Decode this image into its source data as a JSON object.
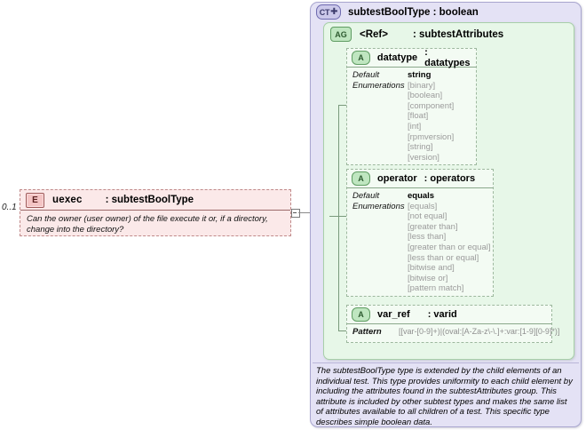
{
  "left_element": {
    "occurrence": "0..1",
    "icon": "element-icon",
    "icon_label": "E",
    "name": "uexec",
    "type": ": subtestBoolType",
    "documentation": "Can the owner (user owner) of the file execute it or, if a directory, change into the directory?"
  },
  "complex_type": {
    "icon": "complextype-expand-icon",
    "icon_label": "CT",
    "title": "subtestBoolType  : boolean",
    "documentation": "The subtestBoolType type is extended by the child elements of an individual test.  This type provides uniformity to each child element by including the attributes found in the subtestAttributes group.  This attribute is included by other subtest types and makes the same list of attributes available to all children of a test.  This specific type describes simple boolean data."
  },
  "attribute_group": {
    "icon": "attributegroup-icon",
    "icon_label": "AG",
    "ref": "<Ref>",
    "type": ": subtestAttributes"
  },
  "attributes": [
    {
      "icon": "attribute-icon",
      "icon_label": "A",
      "name": "datatype",
      "type": ": datatypes",
      "facet_labels": [
        "Default",
        "Enumerations"
      ],
      "default": "string",
      "enumerations": [
        "[binary]",
        "[boolean]",
        "[component]",
        "[float]",
        "[int]",
        "[rpmversion]",
        "[string]",
        "[version]"
      ]
    },
    {
      "icon": "attribute-icon",
      "icon_label": "A",
      "name": "operator",
      "type": ": operators",
      "facet_labels": [
        "Default",
        "Enumerations"
      ],
      "default": "equals",
      "enumerations": [
        "[equals]",
        "[not equal]",
        "[greater than]",
        "[less than]",
        "[greater than or equal]",
        "[less than or equal]",
        "[bitwise and]",
        "[bitwise or]",
        "[pattern match]"
      ]
    },
    {
      "icon": "attribute-icon",
      "icon_label": "A",
      "name": "var_ref",
      "type": ": varid",
      "pattern_label": "Pattern",
      "pattern": "[[var-[0-9]+)|(oval:[A-Za-z\\-\\.]+:var:[1-9][0-9]*)]"
    }
  ],
  "colors": {
    "element_fill": "#fbe9e9",
    "complextype_fill": "#e4e2f5",
    "attributegroup_fill": "#e7f7e8",
    "attribute_fill": "#f3fbf3",
    "enum_text": "#9b9b9b"
  }
}
